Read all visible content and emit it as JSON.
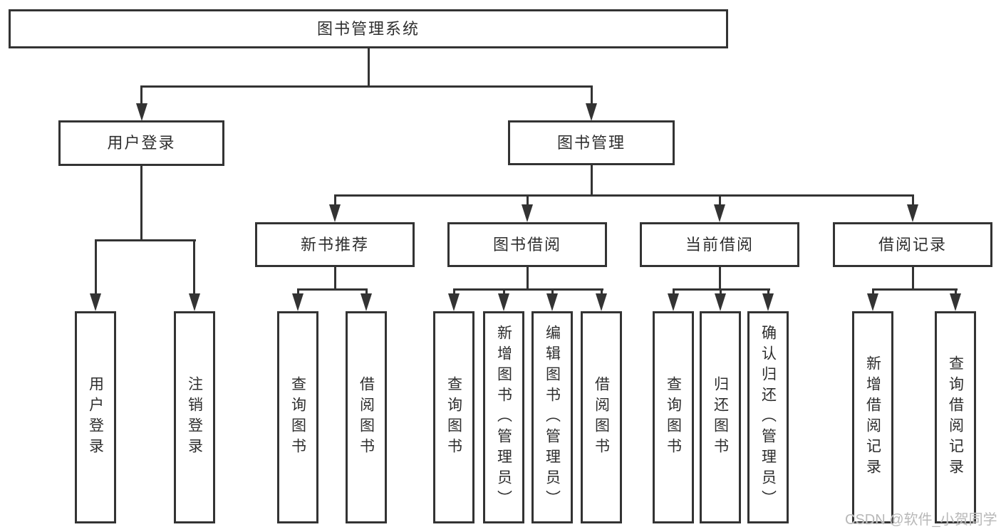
{
  "diagram": {
    "root": {
      "label": "图书管理系统"
    },
    "level2": [
      {
        "label": "用户登录"
      },
      {
        "label": "图书管理"
      }
    ],
    "level3": [
      {
        "label": "新书推荐"
      },
      {
        "label": "图书借阅"
      },
      {
        "label": "当前借阅"
      },
      {
        "label": "借阅记录"
      }
    ],
    "leaves": {
      "user_login": [
        "用户登录",
        "注销登录"
      ],
      "new_books": [
        "查询图书",
        "借阅图书"
      ],
      "book_borrow": [
        "查询图书",
        "新增图书（管理员）",
        "编辑图书（管理员）",
        "借阅图书"
      ],
      "current_borrow": [
        "查询图书",
        "归还图书",
        "确认归还（管理员）"
      ],
      "borrow_records": [
        "新增借阅记录",
        "查询借阅记录"
      ]
    },
    "watermark": "CSDN @软件_小贺同学",
    "colors": {
      "line": "#333333",
      "text": "#2e2e2e",
      "background": "#ffffff",
      "watermark": "#b8b8b8"
    }
  }
}
